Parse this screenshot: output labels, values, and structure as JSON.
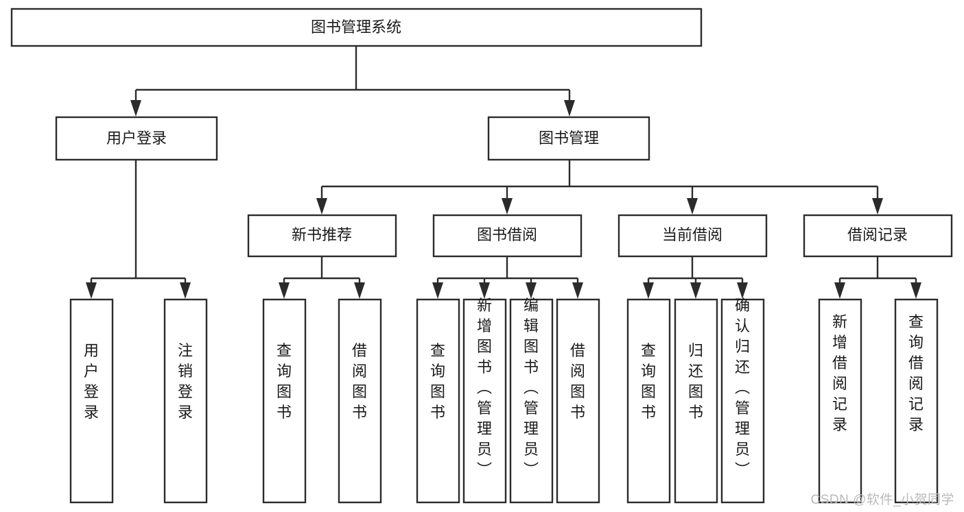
{
  "diagram": {
    "type": "tree-hierarchy-chart",
    "title": "图书管理系统",
    "background_color": "#ffffff",
    "line_color": "#2b2b2b",
    "text_color": "#1a1a1a",
    "root": {
      "label": "图书管理系统"
    },
    "level2": [
      {
        "label": "用户登录"
      },
      {
        "label": "图书管理"
      }
    ],
    "level3": [
      {
        "label": "新书推荐"
      },
      {
        "label": "图书借阅"
      },
      {
        "label": "当前借阅"
      },
      {
        "label": "借阅记录"
      }
    ],
    "leaves_user_login": [
      {
        "label": "用户登录"
      },
      {
        "label": "注销登录"
      }
    ],
    "leaves_new_book": [
      {
        "label": "查询图书"
      },
      {
        "label": "借阅图书"
      }
    ],
    "leaves_borrow": [
      {
        "label": "查询图书"
      },
      {
        "label": "新增图书（管理员）"
      },
      {
        "label": "编辑图书（管理员）"
      },
      {
        "label": "借阅图书"
      }
    ],
    "leaves_current": [
      {
        "label": "查询图书"
      },
      {
        "label": "归还图书"
      },
      {
        "label": "确认归还（管理员）"
      }
    ],
    "leaves_records": [
      {
        "label": "新增借阅记录"
      },
      {
        "label": "查询借阅记录"
      }
    ]
  },
  "watermark": {
    "text": "CSDN @软件_小贺同学"
  }
}
